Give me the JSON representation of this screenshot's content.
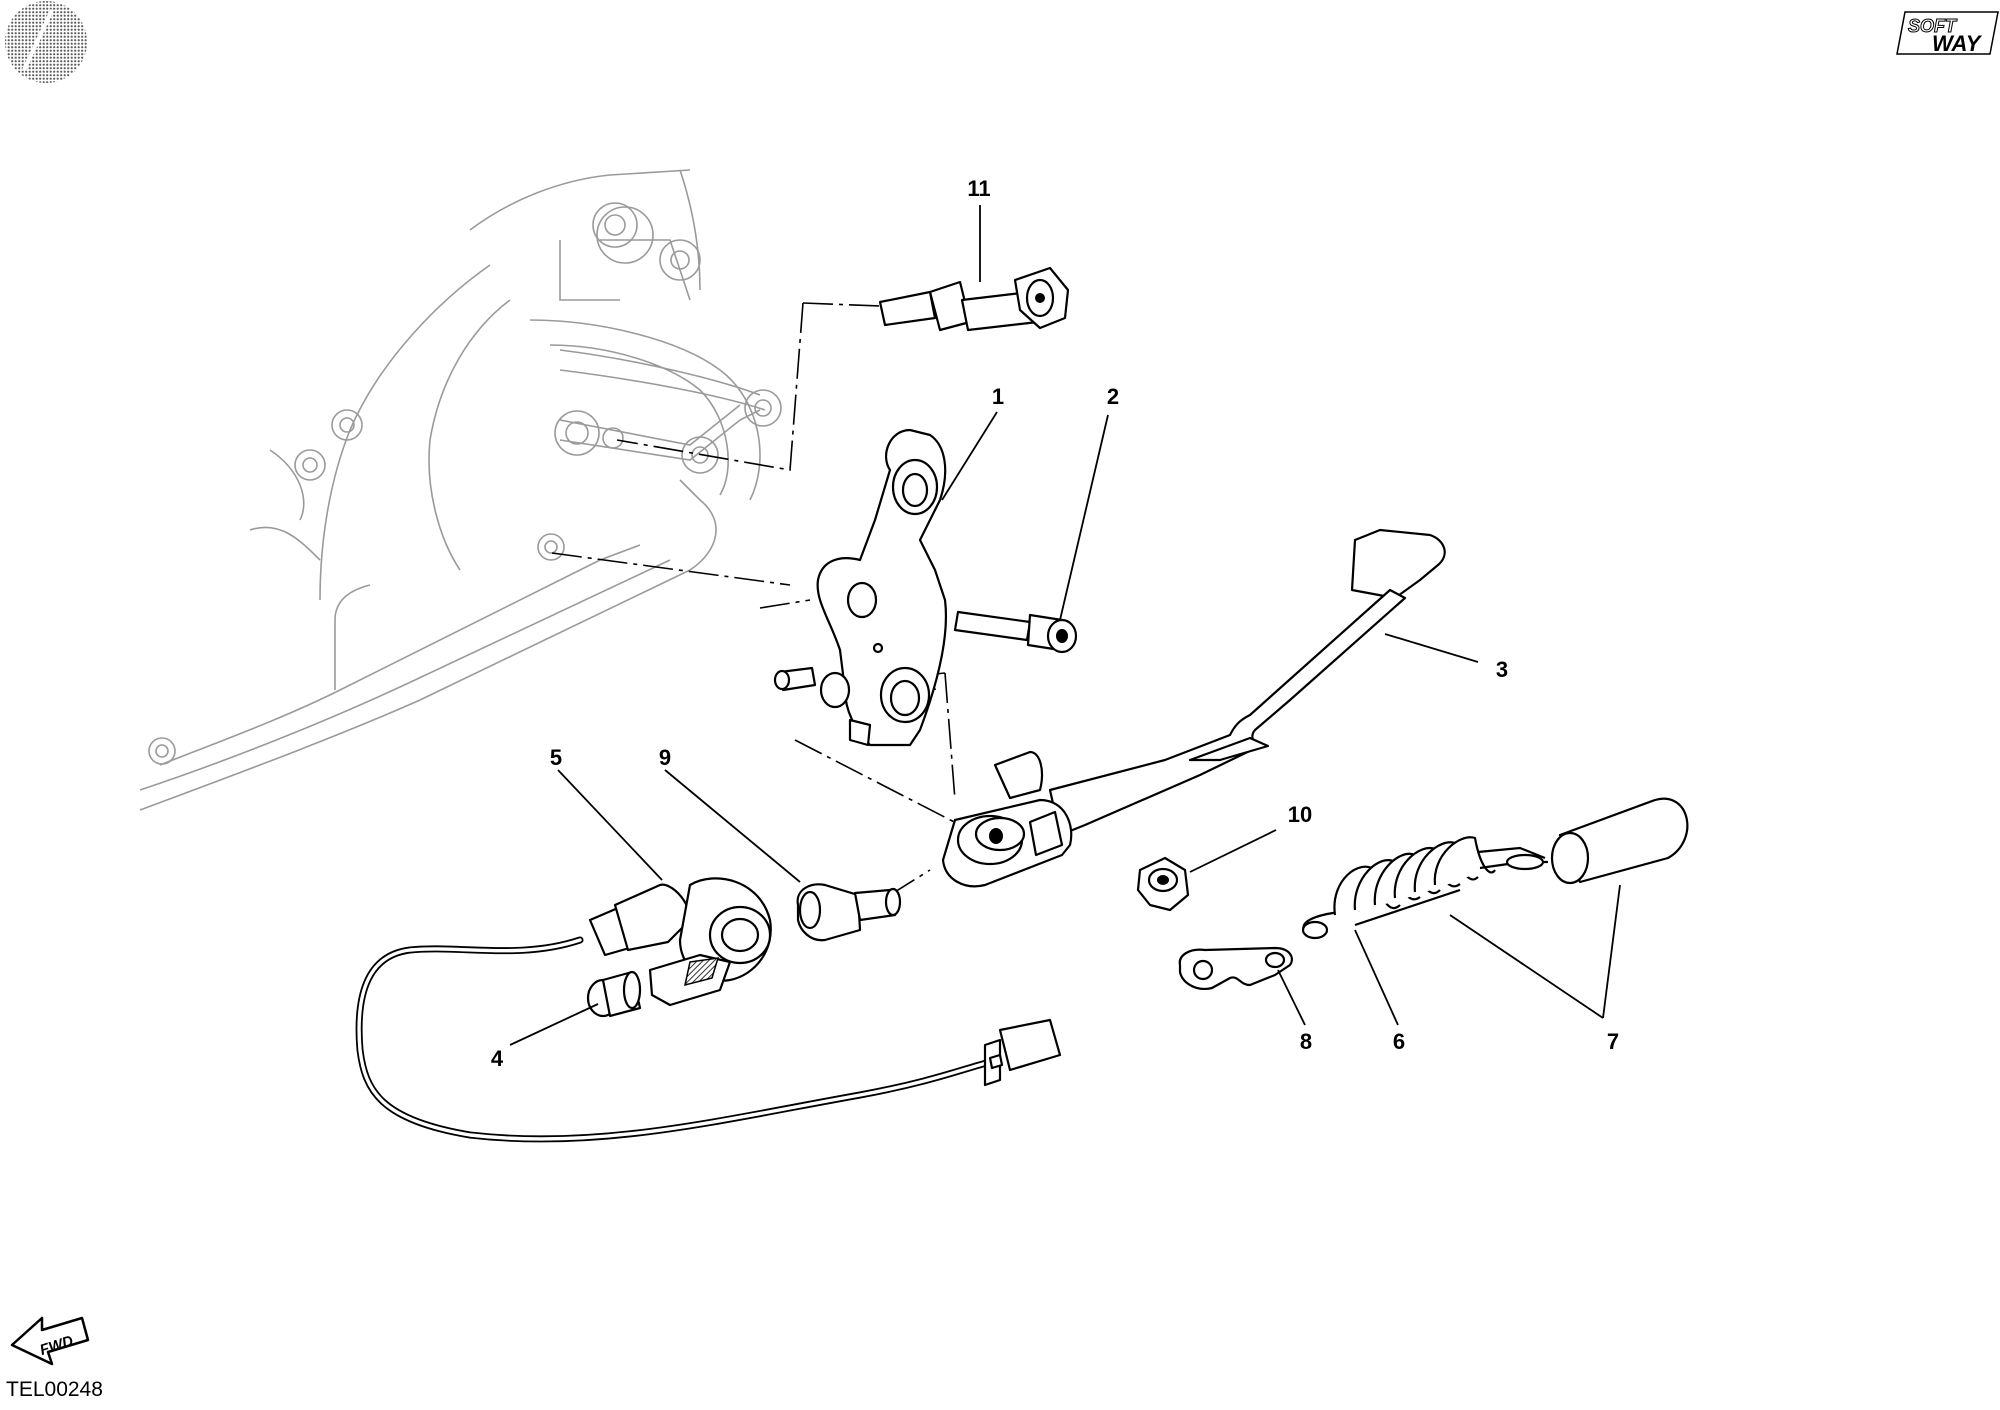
{
  "drawing_code": "TEL00248",
  "logo_text": {
    "line1": "SOFT",
    "line2": "WAY"
  },
  "fwd_label": "FWD",
  "callouts": {
    "c1": "1",
    "c2": "2",
    "c3": "3",
    "c4": "4",
    "c5": "5",
    "c6": "6",
    "c7": "7",
    "c8": "8",
    "c9": "9",
    "c10": "10",
    "c11": "11"
  },
  "colors": {
    "ink": "#000000",
    "ghost": "#9a9a9a",
    "dot": "#5e5e5e"
  },
  "icons": [
    "brand-dot-icon",
    "softway-logo",
    "fwd-arrow-icon"
  ]
}
